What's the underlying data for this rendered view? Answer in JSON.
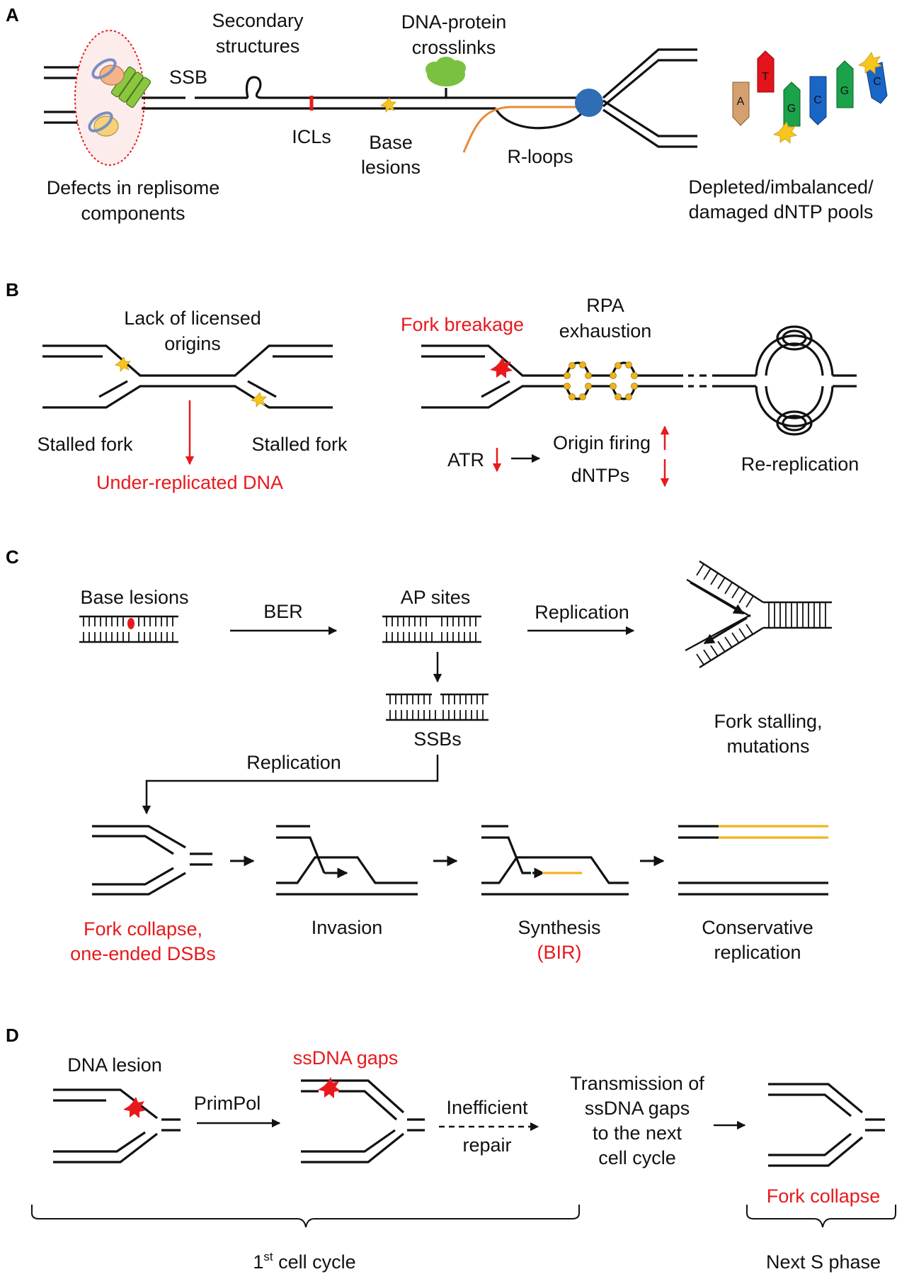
{
  "panels": {
    "a": "A",
    "b": "B",
    "c": "C",
    "d": "D"
  },
  "panel_a": {
    "replisome_1": "Defects in replisome",
    "replisome_2": "components",
    "ssb": "SSB",
    "secondary_1": "Secondary",
    "secondary_2": "structures",
    "dpc_1": "DNA-protein",
    "dpc_2": "crosslinks",
    "icls": "ICLs",
    "base_1": "Base",
    "base_2": "lesions",
    "rloops": "R-loops",
    "dntp_1": "Depleted/imbalanced/",
    "dntp_2": "damaged dNTP pools",
    "nucleotides": [
      "A",
      "T",
      "G",
      "C",
      "G",
      "C"
    ],
    "nucleotide_colors": [
      "#d4a070",
      "#e3141a",
      "#1aa34a",
      "#1a66c7",
      "#1aa34a",
      "#1a66c7"
    ]
  },
  "panel_b": {
    "licensed_1": "Lack of licensed",
    "licensed_2": "origins",
    "stalled_left": "Stalled fork",
    "stalled_right": "Stalled fork",
    "under_replicated": "Under-replicated DNA",
    "fork_breakage": "Fork breakage",
    "rpa_1": "RPA",
    "rpa_2": "exhaustion",
    "atr": "ATR",
    "origin_firing": "Origin firing",
    "dntps": "dNTPs",
    "rereplication": "Re-replication"
  },
  "panel_c": {
    "base_lesions": "Base lesions",
    "ber": "BER",
    "ap_sites": "AP sites",
    "replication_top": "Replication",
    "ssbs": "SSBs",
    "stalling_1": "Fork stalling,",
    "stalling_2": "mutations",
    "replication_mid": "Replication",
    "collapse_1": "Fork collapse,",
    "collapse_2": "one-ended DSBs",
    "invasion": "Invasion",
    "synthesis": "Synthesis",
    "bir": "(BIR)",
    "conservative_1": "Conservative",
    "conservative_2": "replication"
  },
  "panel_d": {
    "dna_lesion": "DNA lesion",
    "primpol": "PrimPol",
    "ssdna_gaps": "ssDNA gaps",
    "inefficient": "Inefficient",
    "repair": "repair",
    "transmission_1": "Transmission of",
    "transmission_2": "ssDNA gaps",
    "transmission_3": "to the next",
    "transmission_4": "cell cycle",
    "fork_collapse": "Fork collapse",
    "cycle_num": "1",
    "cycle_sup": "st",
    "cycle_rest": " cell cycle",
    "next_s": "Next S phase"
  },
  "colors": {
    "red": "#e8191c",
    "yellow_lesion": "#f7c51e",
    "orange_rna": "#e88a3a",
    "helicase_green": "#8cc63f",
    "polymerase_peach": "#f4b488",
    "pcna_blue": "#7b8fbf",
    "fork_blue": "#2f6db5",
    "tree_green": "#7ac142",
    "bir_yellow": "#f0b51b"
  }
}
